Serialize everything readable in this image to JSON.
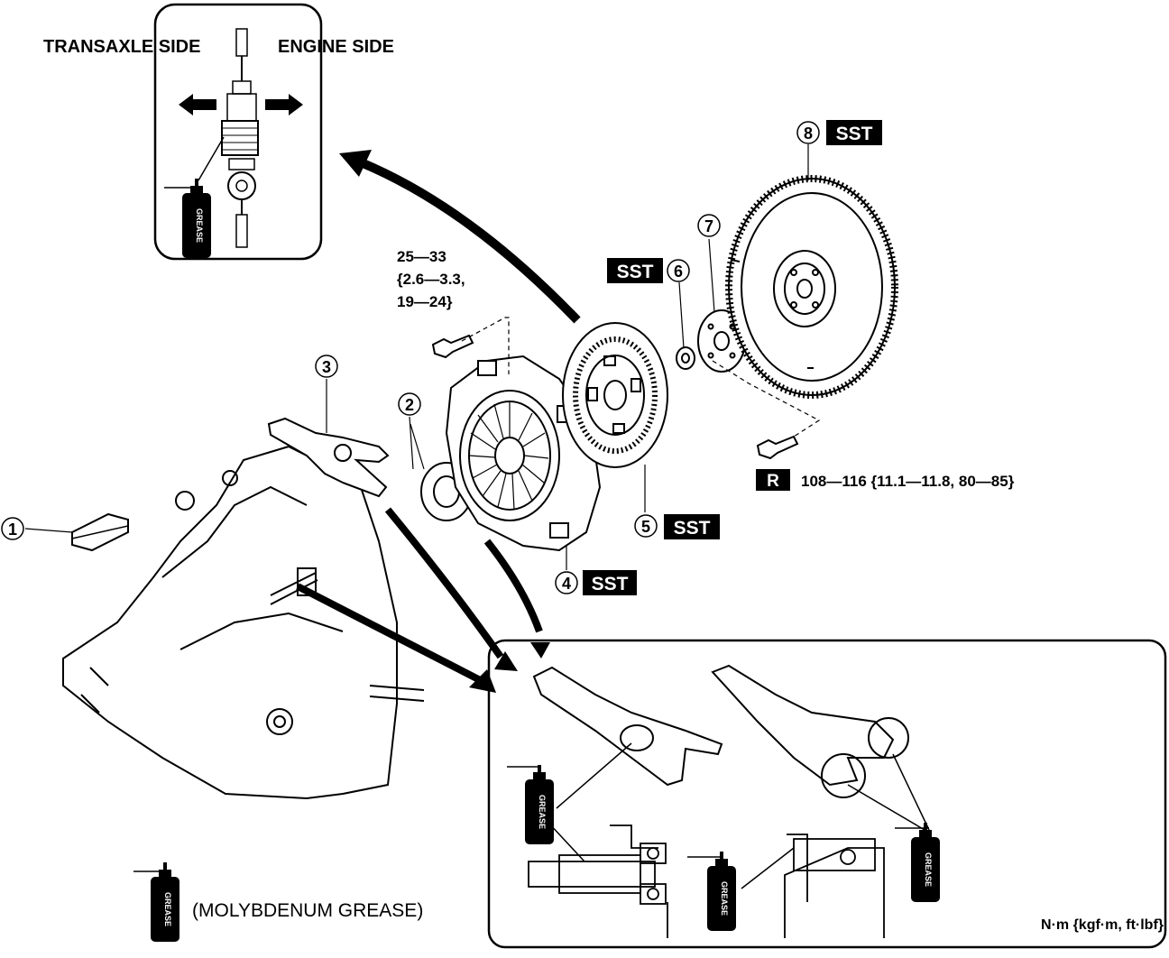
{
  "inset_top": {
    "left_label": "TRANSAXLE SIDE",
    "right_label": "ENGINE SIDE"
  },
  "grease_can_label": "GREASE",
  "legend": {
    "grease_text": "(MOLYBDENUM GREASE)",
    "units": "N·m {kgf·m,  ft·lbf}"
  },
  "parts": [
    {
      "number": "1"
    },
    {
      "number": "2"
    },
    {
      "number": "3"
    },
    {
      "number": "4",
      "badge": "SST"
    },
    {
      "number": "5",
      "badge": "SST"
    },
    {
      "number": "6",
      "badge": "SST"
    },
    {
      "number": "7"
    },
    {
      "number": "8",
      "badge": "SST"
    }
  ],
  "torque_cover_bolt": {
    "line1": "25—33",
    "line2": "{2.6—3.3,",
    "line3": "19—24}"
  },
  "torque_flywheel_bolt": {
    "marker": "R",
    "text": "108—116 {11.1—11.8, 80—85}"
  }
}
